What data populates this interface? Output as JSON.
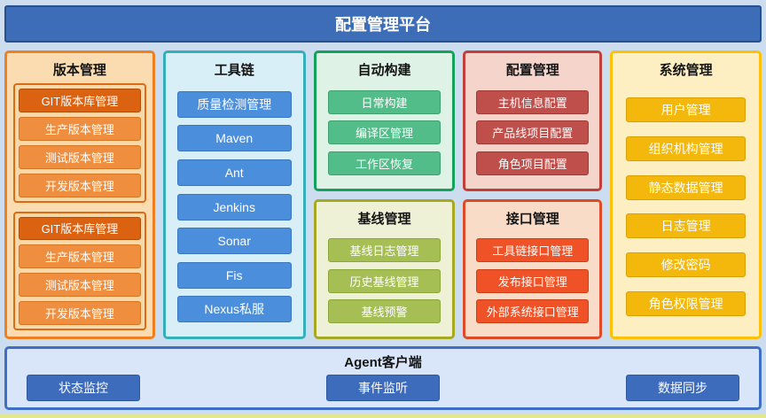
{
  "header": {
    "title": "配置管理平台"
  },
  "columns": {
    "version": {
      "title": "版本管理",
      "groups": [
        [
          "GIT版本库管理",
          "生产版本管理",
          "测试版本管理",
          "开发版本管理"
        ],
        [
          "GIT版本库管理",
          "生产版本管理",
          "测试版本管理",
          "开发版本管理"
        ]
      ]
    },
    "toolchain": {
      "title": "工具链",
      "items": [
        "质量检测管理",
        "Maven",
        "Ant",
        "Jenkins",
        "Sonar",
        "Fis",
        "Nexus私服"
      ]
    },
    "autobuild": {
      "title": "自动构建",
      "items": [
        "日常构建",
        "编译区管理",
        "工作区恢复"
      ]
    },
    "baseline": {
      "title": "基线管理",
      "items": [
        "基线日志管理",
        "历史基线管理",
        "基线预警"
      ]
    },
    "config": {
      "title": "配置管理",
      "items": [
        "主机信息配置",
        "产品线项目配置",
        "角色项目配置"
      ]
    },
    "interface": {
      "title": "接口管理",
      "items": [
        "工具链接口管理",
        "发布接口管理",
        "外部系统接口管理"
      ]
    },
    "system": {
      "title": "系统管理",
      "items": [
        "用户管理",
        "组织机构管理",
        "静态数据管理",
        "日志管理",
        "修改密码",
        "角色权限管理"
      ]
    }
  },
  "agent": {
    "title": "Agent客户端",
    "items": [
      "状态监控",
      "事件监听",
      "数据同步"
    ]
  },
  "colors": {
    "page_background": "#cdddf0",
    "header_blue": "#3e6db8",
    "version_orange": "#ef7f23",
    "version_git_dark": "#db6211",
    "toolchain_teal_border": "#35b0bb",
    "toolchain_button_blue": "#4b8fdc",
    "autobuild_green": "#52bd89",
    "baseline_olive": "#a6bf54",
    "config_darkred": "#bf4f4b",
    "interface_orangered": "#ef5226",
    "system_amber": "#f4b70c",
    "agent_blue": "#3e6cbd"
  }
}
